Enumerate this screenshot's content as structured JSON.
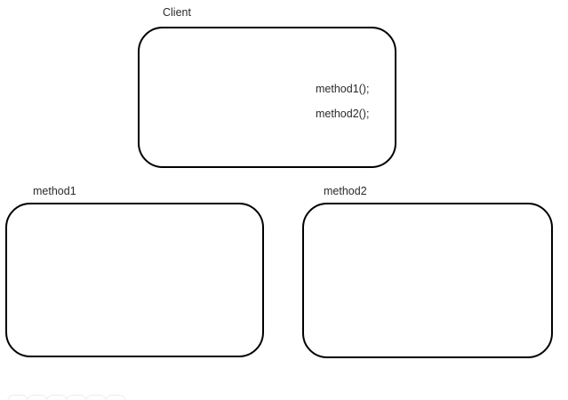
{
  "diagram": {
    "type": "block-diagram",
    "background_color": "#ffffff",
    "stroke_color": "#000000",
    "text_color": "#2b2b2b",
    "nodes": [
      {
        "id": "client",
        "label": "Client",
        "shape": "rounded-rectangle",
        "lines": [
          "method1();",
          "method2();"
        ]
      },
      {
        "id": "method1",
        "label": "method1",
        "shape": "rounded-rectangle",
        "lines": []
      },
      {
        "id": "method2",
        "label": "method2",
        "shape": "rounded-rectangle",
        "lines": []
      }
    ],
    "ghost_shapes": {
      "count": 6,
      "color": "#ececec",
      "positions": [
        8,
        30,
        52,
        74,
        96,
        118
      ]
    }
  }
}
